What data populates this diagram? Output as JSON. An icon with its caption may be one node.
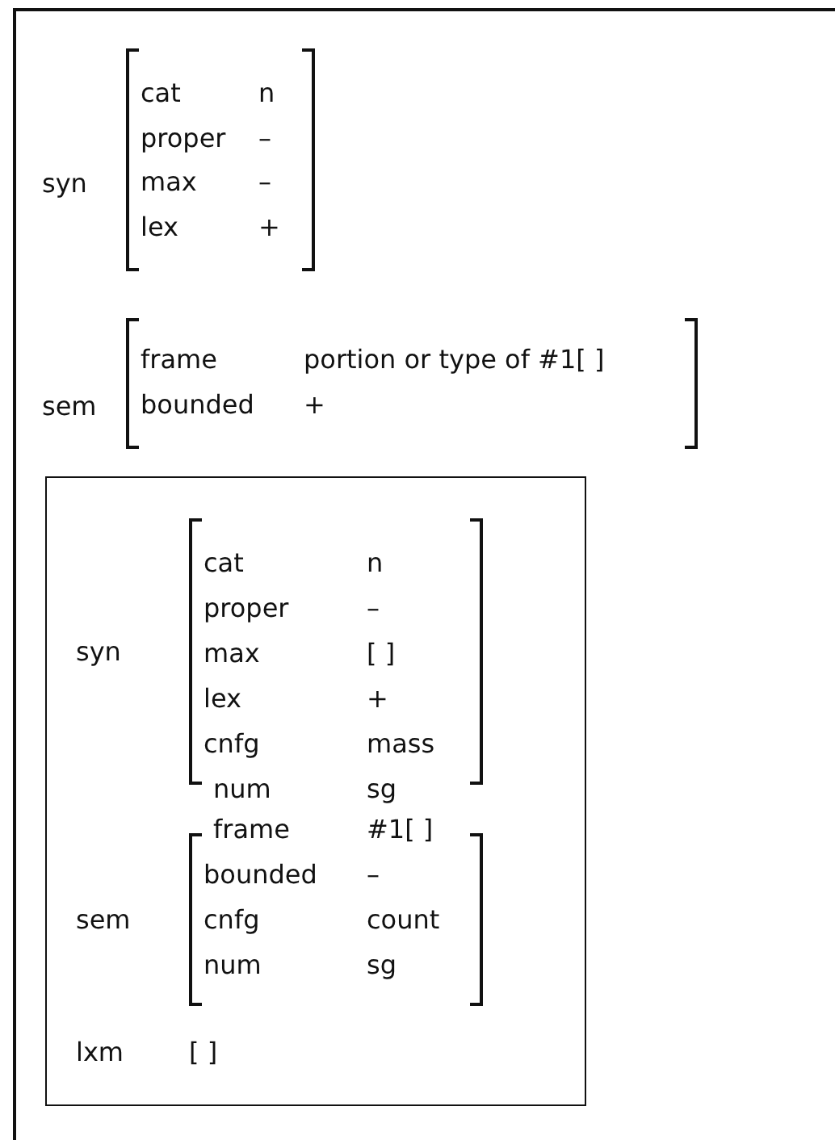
{
  "diagram": {
    "nodes": [
      {
        "text": [
          "cat",
          "n",
          "proper",
          "–",
          "max",
          "–",
          "lex",
          "+"
        ],
        "beside": [
          "syn"
        ]
      },
      {
        "text": [
          "frame",
          "portion or type of #1[ ]",
          "bounded",
          "+"
        ],
        "beside": [
          "sem"
        ]
      },
      {
        "text": [
          "lxm",
          "[ ]"
        ]
      },
      {
        "text": [
          "cat",
          "n",
          "proper",
          "–",
          "max",
          "[ ]",
          "lex",
          "+",
          "cnfg",
          "mass",
          "num",
          "sg"
        ],
        "beside": [
          "syn"
        ],
        "in": 2
      },
      {
        "text": [
          "frame",
          "#1[ ]",
          "bounded",
          "–",
          "cnfg",
          "count",
          "num",
          "sg"
        ],
        "beside": [
          "sem"
        ],
        "in": 2
      }
    ]
  }
}
